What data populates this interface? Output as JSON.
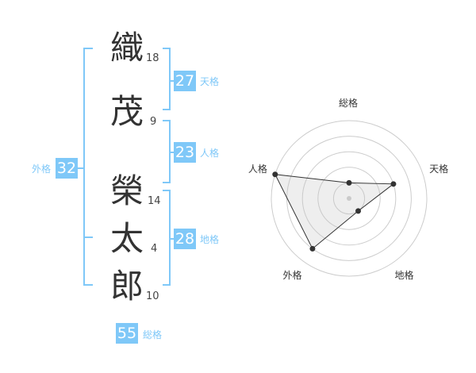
{
  "name_chars": [
    {
      "char": "織",
      "strokes": "18"
    },
    {
      "char": "茂",
      "strokes": "9"
    },
    {
      "char": "榮",
      "strokes": "14"
    },
    {
      "char": "太",
      "strokes": "4"
    },
    {
      "char": "郎",
      "strokes": "10"
    }
  ],
  "kaku": {
    "tenkaku": {
      "value": "27",
      "label": "天格"
    },
    "jinkaku": {
      "value": "23",
      "label": "人格"
    },
    "chikaku": {
      "value": "28",
      "label": "地格"
    },
    "gaikaku": {
      "value": "32",
      "label": "外格"
    },
    "soukaku": {
      "value": "55",
      "label": "総格"
    }
  },
  "chart_data": {
    "type": "radar",
    "axes": [
      "総格",
      "天格",
      "地格",
      "外格",
      "人格"
    ],
    "values": [
      1,
      3,
      1,
      4,
      5
    ],
    "max": 5
  },
  "colors": {
    "accent": "#7fc8f8",
    "text": "#333333",
    "grid": "#cccccc"
  }
}
